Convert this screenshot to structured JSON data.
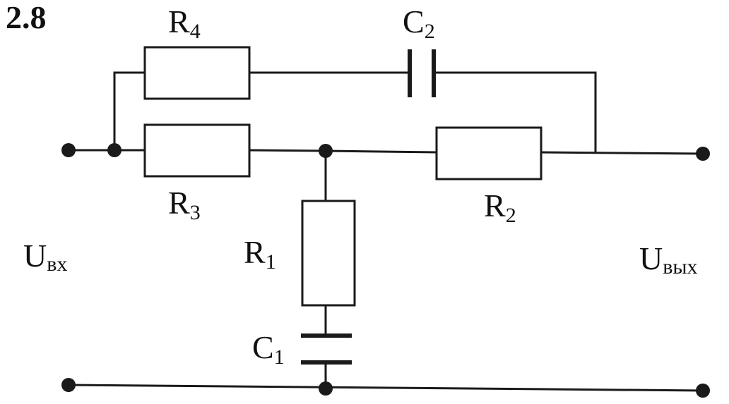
{
  "problem_number": "2.8",
  "components": {
    "R4": {
      "main": "R",
      "sub": "4"
    },
    "C2": {
      "main": "C",
      "sub": "2"
    },
    "R3": {
      "main": "R",
      "sub": "3"
    },
    "R2": {
      "main": "R",
      "sub": "2"
    },
    "R1": {
      "main": "R",
      "sub": "1"
    },
    "C1": {
      "main": "C",
      "sub": "1"
    }
  },
  "terminals": {
    "input": {
      "main": "U",
      "sub": "вх"
    },
    "output": {
      "main": "U",
      "sub": "вых"
    }
  }
}
